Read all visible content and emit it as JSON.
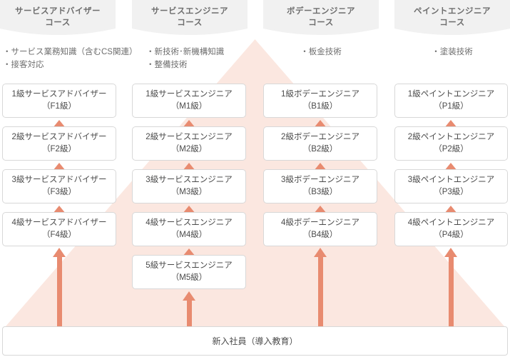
{
  "diagram": {
    "title": "Career course progression chart",
    "accent_color": "#e88b70",
    "pyramid_color": "#fbe7e0",
    "banner_color": "#f1f1f1",
    "box_border_color": "#d8d8d8",
    "text_color": "#4a4a4a"
  },
  "columns": [
    {
      "banner": {
        "line1": "サービスアドバイザー",
        "line2": "コース"
      },
      "skills": [
        "・サービス業務知識（含むCS関連）",
        "・接客対応"
      ],
      "skills_align": "left",
      "boxes": [
        {
          "line1": "1級サービスアドバイザー",
          "line2": "（F1級）"
        },
        {
          "line1": "2級サービスアドバイザー",
          "line2": "（F2級）"
        },
        {
          "line1": "3級サービスアドバイザー",
          "line2": "（F3級）"
        },
        {
          "line1": "4級サービスアドバイザー",
          "line2": "（F4級）"
        }
      ]
    },
    {
      "banner": {
        "line1": "サービスエンジニア",
        "line2": "コース"
      },
      "skills": [
        "・新技術･新機構知識",
        "・整備技術"
      ],
      "skills_align": "left",
      "boxes": [
        {
          "line1": "1級サービスエンジニア",
          "line2": "（M1級）"
        },
        {
          "line1": "2級サービスエンジニア",
          "line2": "（M2級）"
        },
        {
          "line1": "3級サービスエンジニア",
          "line2": "（M3級）"
        },
        {
          "line1": "4級サービスエンジニア",
          "line2": "（M4級）"
        },
        {
          "line1": "5級サービスエンジニア",
          "line2": "（M5級）"
        }
      ]
    },
    {
      "banner": {
        "line1": "ボデーエンジニア",
        "line2": "コース"
      },
      "skills": [
        "・板金技術"
      ],
      "skills_align": "center",
      "boxes": [
        {
          "line1": "1級ボデーエンジニア",
          "line2": "（B1級）"
        },
        {
          "line1": "2級ボデーエンジニア",
          "line2": "（B2級）"
        },
        {
          "line1": "3級ボデーエンジニア",
          "line2": "（B3級）"
        },
        {
          "line1": "4級ボデーエンジニア",
          "line2": "（B4級）"
        }
      ]
    },
    {
      "banner": {
        "line1": "ペイントエンジニア",
        "line2": "コース"
      },
      "skills": [
        "・塗装技術"
      ],
      "skills_align": "center",
      "boxes": [
        {
          "line1": "1級ペイントエンジニア",
          "line2": "（P1級）"
        },
        {
          "line1": "2級ペイントエンジニア",
          "line2": "（P2級）"
        },
        {
          "line1": "3級ペイントエンジニア",
          "line2": "（P3級）"
        },
        {
          "line1": "4級ペイントエンジニア",
          "line2": "（P4級）"
        }
      ]
    }
  ],
  "entry": {
    "label": "新入社員（導入教育）"
  }
}
